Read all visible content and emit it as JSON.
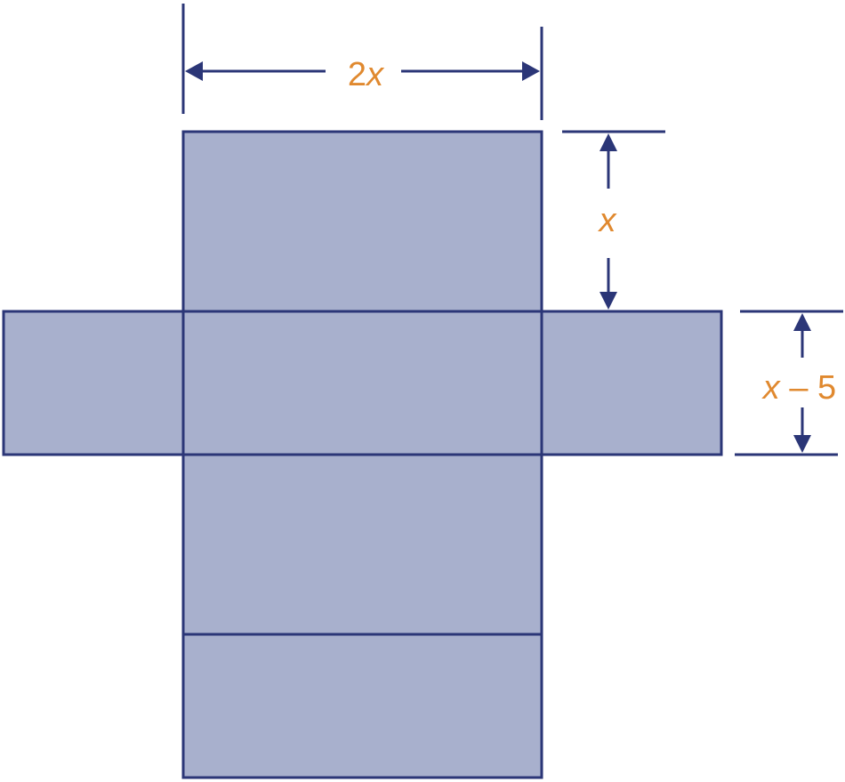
{
  "diagram": {
    "labels": {
      "width_coefficient": "2",
      "width_variable": "x",
      "height_variable": "x",
      "depth_variable": "x",
      "depth_operator": " – ",
      "depth_constant": "5"
    },
    "colors": {
      "face_fill": "#a8b0cd",
      "stroke": "#2b3677",
      "label": "#e0892f"
    }
  }
}
